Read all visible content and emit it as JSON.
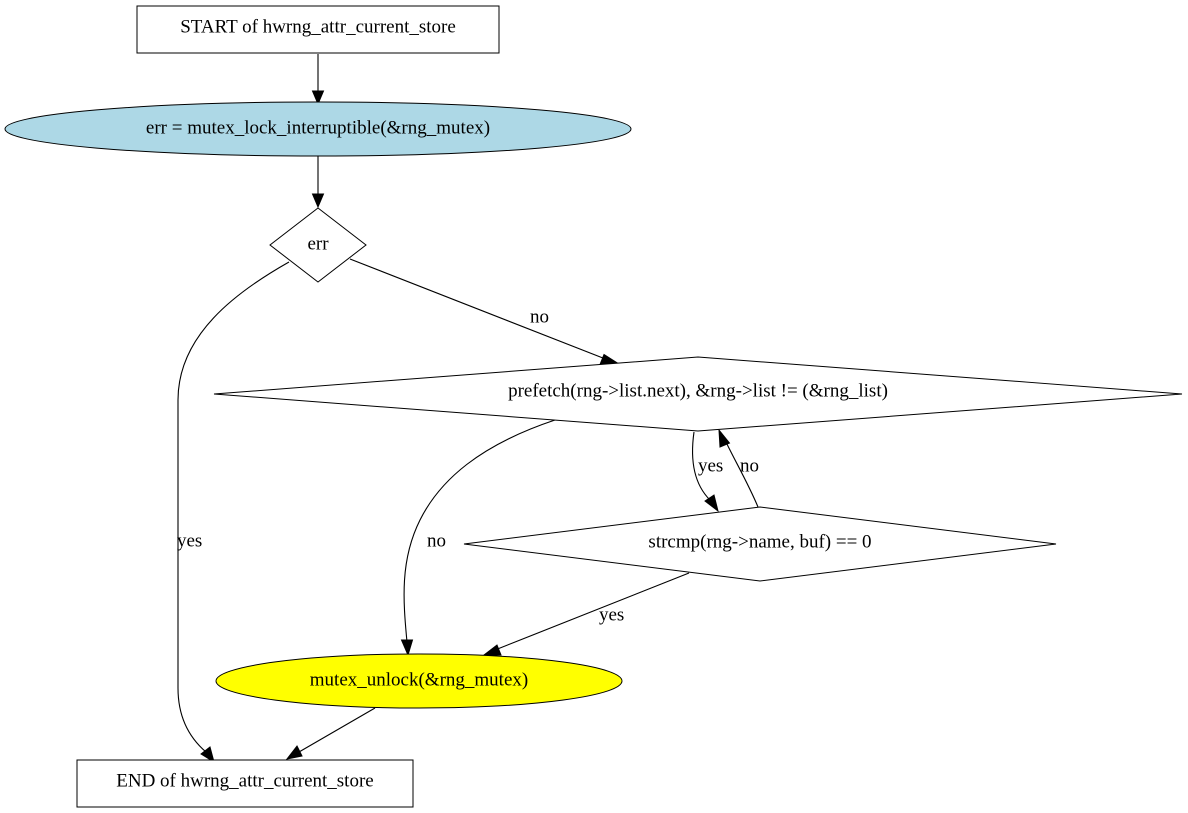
{
  "nodes": {
    "start": {
      "label": "START of hwrng_attr_current_store",
      "shape": "box",
      "fill": "#ffffff"
    },
    "lock": {
      "label": "err = mutex_lock_interruptible(&rng_mutex)",
      "shape": "ellipse",
      "fill": "#add8e6"
    },
    "err_check": {
      "label": "err",
      "shape": "diamond",
      "fill": "#ffffff"
    },
    "loop_cond": {
      "label": "prefetch(rng->list.next), &rng->list != (&rng_list)",
      "shape": "diamond",
      "fill": "#ffffff"
    },
    "strcmp": {
      "label": "strcmp(rng->name, buf) == 0",
      "shape": "diamond",
      "fill": "#ffffff"
    },
    "unlock": {
      "label": "mutex_unlock(&rng_mutex)",
      "shape": "ellipse",
      "fill": "#ffff00"
    },
    "end": {
      "label": "END of hwrng_attr_current_store",
      "shape": "box",
      "fill": "#ffffff"
    }
  },
  "edges": {
    "err_yes": {
      "from": "err_check",
      "to": "end",
      "label": "yes"
    },
    "err_no": {
      "from": "err_check",
      "to": "loop_cond",
      "label": "no"
    },
    "loop_yes": {
      "from": "loop_cond",
      "to": "strcmp",
      "label": "yes"
    },
    "strcmp_no": {
      "from": "strcmp",
      "to": "loop_cond",
      "label": "no"
    },
    "loop_no": {
      "from": "loop_cond",
      "to": "unlock",
      "label": "no"
    },
    "strcmp_yes": {
      "from": "strcmp",
      "to": "unlock",
      "label": "yes"
    },
    "start_lock": {
      "from": "start",
      "to": "lock",
      "label": ""
    },
    "lock_err": {
      "from": "lock",
      "to": "err_check",
      "label": ""
    },
    "unlock_end": {
      "from": "unlock",
      "to": "end",
      "label": ""
    }
  },
  "colors": {
    "lock_fill": "#add8e6",
    "unlock_fill": "#ffff00",
    "stroke": "#000000"
  }
}
